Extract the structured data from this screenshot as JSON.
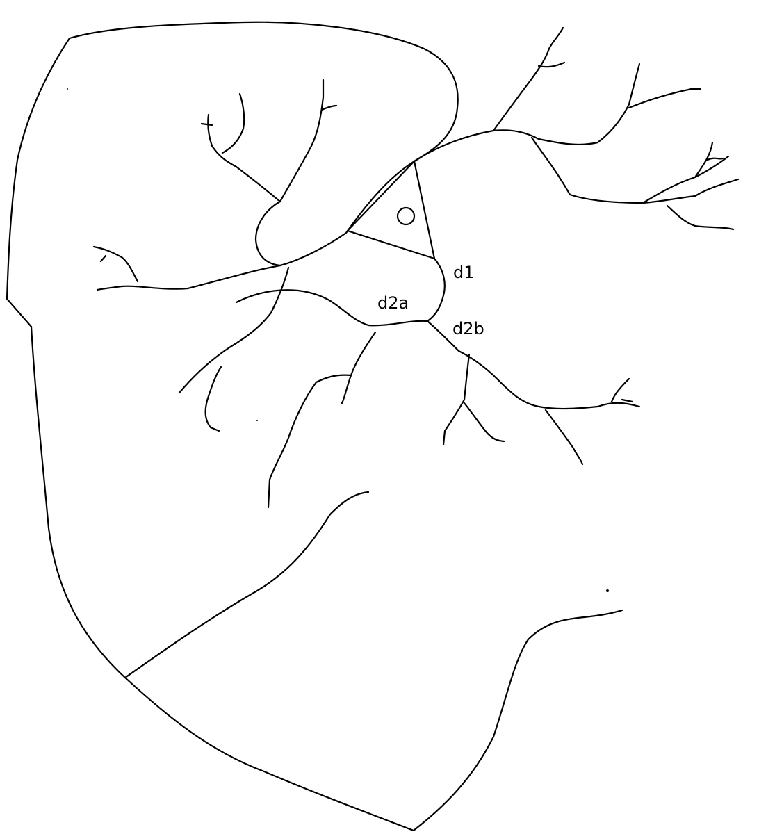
{
  "diagram": {
    "labels": {
      "d1": "d1",
      "d2a": "d2a",
      "d2b": "d2b"
    },
    "colors": {
      "stroke": "#000000",
      "background": "#ffffff"
    }
  }
}
